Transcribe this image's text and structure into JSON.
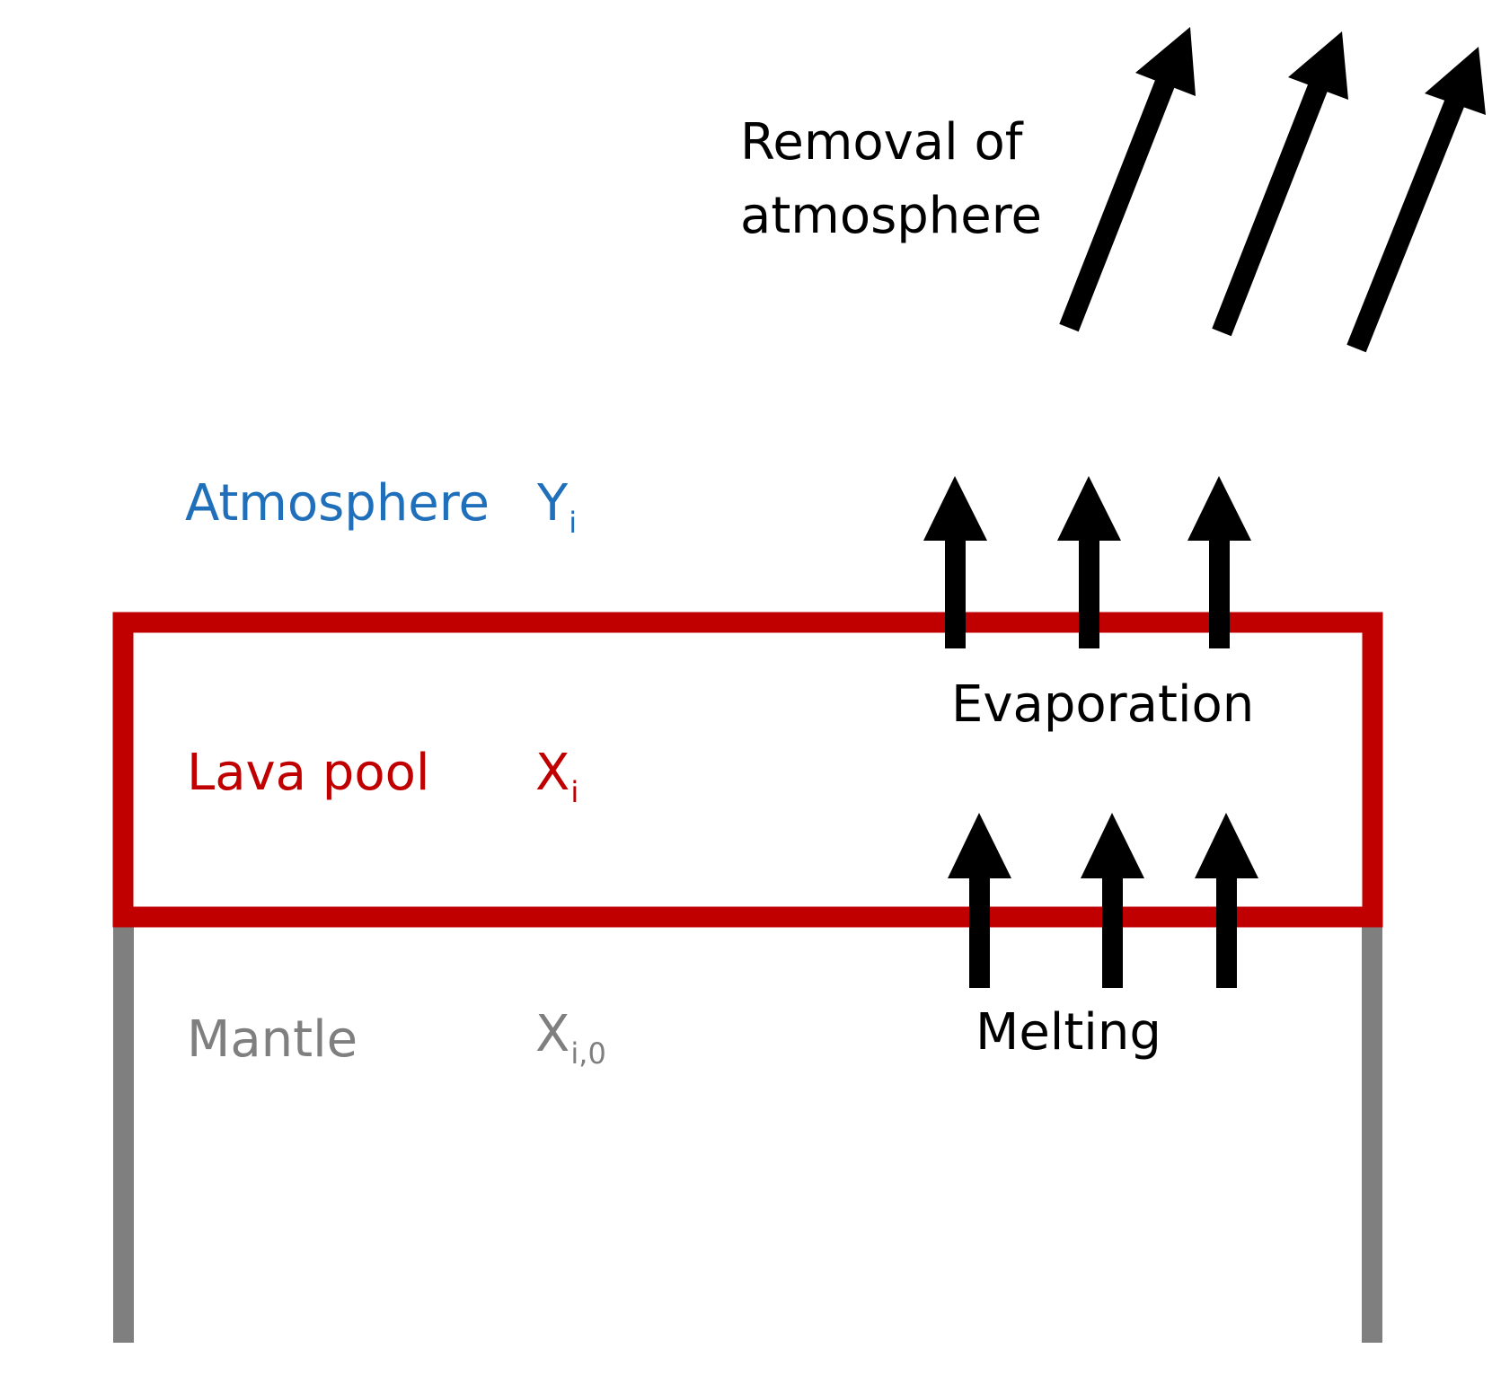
{
  "colors": {
    "atmosphere": "#1f6fba",
    "lava_pool": "#c00000",
    "mantle": "#7f7f7f",
    "arrows": "#000000"
  },
  "labels": {
    "removal_line1": "Removal of",
    "removal_line2": "atmosphere",
    "evaporation": "Evaporation",
    "melting": "Melting"
  },
  "layers": {
    "atmosphere": {
      "name": "Atmosphere",
      "symbol": "Y",
      "subscript": "i"
    },
    "lava_pool": {
      "name": "Lava pool",
      "symbol": "X",
      "subscript": "i"
    },
    "mantle": {
      "name": "Mantle",
      "symbol": "X",
      "subscript": "i,0"
    }
  }
}
